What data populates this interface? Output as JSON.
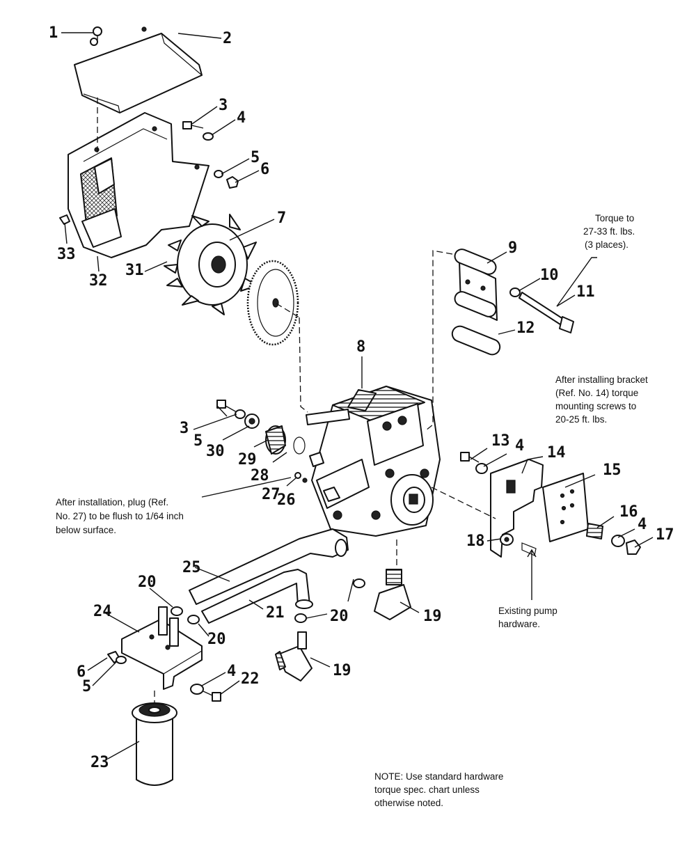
{
  "part_numbers": [
    "1",
    "2",
    "3",
    "4",
    "5",
    "6",
    "7",
    "8",
    "9",
    "10",
    "11",
    "12",
    "13",
    "14",
    "15",
    "16",
    "17",
    "18",
    "19",
    "20",
    "21",
    "22",
    "23",
    "24",
    "25",
    "26",
    "27",
    "28",
    "29",
    "30",
    "31",
    "32",
    "33"
  ],
  "notes": {
    "torque_11": [
      "Torque to",
      "27-33 ft. lbs.",
      "(3 places)."
    ],
    "bracket_14": [
      "After installing bracket",
      "(Ref. No. 14) torque",
      "mounting screws to",
      "20-25 ft. lbs."
    ],
    "plug_27": [
      "After installation, plug (Ref.",
      "No. 27) to be flush to 1/64 inch",
      "below surface."
    ],
    "existing_hardware": [
      "Existing pump",
      "hardware."
    ],
    "standard_hardware": [
      "NOTE: Use standard hardware",
      "torque spec. chart unless",
      "otherwise noted."
    ]
  }
}
